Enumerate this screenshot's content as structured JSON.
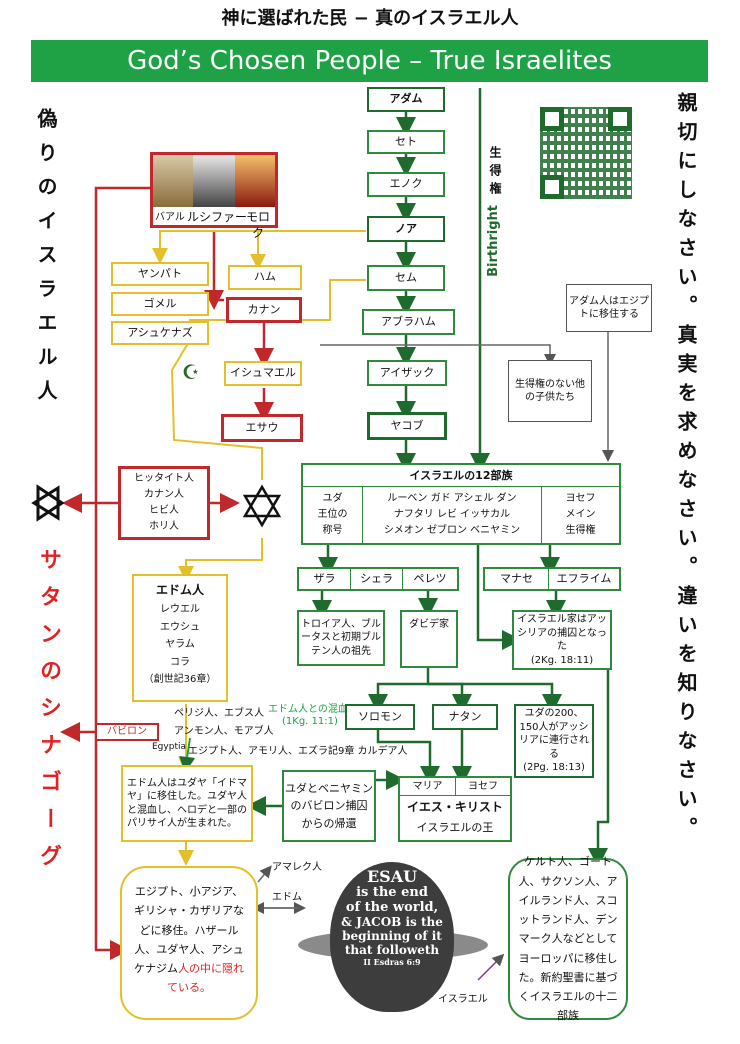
{
  "title_jp": "神に選ばれた民 − 真のイスラエル人",
  "banner": "God’s Chosen People – True Israelites",
  "left_vertical_top": "偽りのイスラエル人",
  "left_vertical_bottom": "サタンのシナゴーグ",
  "right_vertical": "親切にしなさい。真実を求めなさい。違いを知りなさい。",
  "birthright_jp": "生得権",
  "birthright_en": "Birthright",
  "idols": {
    "baal": "バアル",
    "lucifer": "ルシファー",
    "moloch": "モロク"
  },
  "lineage": [
    "アダム",
    "セト",
    "エノク",
    "ノア",
    "セム",
    "アブラハム",
    "アイザック",
    "ヤコブ"
  ],
  "japheth_line": [
    "ヤンパト",
    "ゴメル",
    "アシュケナズ"
  ],
  "ham": "ハム",
  "canaan": "カナン",
  "ishmael": "イシュマエル",
  "esau": "エサウ",
  "adam_egypt_note": "アダム人はエジプトに移住する",
  "no_birthright_note": "生得権のない他の子供たち",
  "hittites": [
    "ヒッタイト人",
    "カナン人",
    "ヒビ人",
    "ホリ人"
  ],
  "tribes": {
    "header": "イスラエルの12部族",
    "judah": [
      "ユダ",
      "王位の",
      "称号"
    ],
    "others": [
      "ルーベン ガド アシェル ダン",
      "ナフタリ レビ イッサカル",
      "シメオン ゼブロン ベニヤミン"
    ],
    "joseph": [
      "ヨセフ",
      "メイン",
      "生得権"
    ]
  },
  "judah_sons": [
    "ザラ",
    "シェラ",
    "ペレツ"
  ],
  "joseph_sons": [
    "マナセ",
    "エフライム"
  ],
  "trojans": "トロイア人、ブルータスと初期ブルテン人の祖先",
  "david": "ダビデ家",
  "assyria_exile": "イスラエル家はアッシリアの捕囚となった",
  "assyria_ref": "(2Kg. 18:11)",
  "edomites": {
    "title": "エドム人",
    "names": [
      "レウエル",
      "エウシュ",
      "ヤラム",
      "コラ"
    ],
    "ref": "（創世記36章）"
  },
  "edom_mix": "エドム人との混血",
  "edom_mix_ref": "(1Kg. 11:1)",
  "peoples": [
    "ペリジ人、エブス人",
    "アンモン人、モアブ人",
    "エジプト人、アモリ人、エズラ記9章 カルデア人"
  ],
  "babylon": "バビロン",
  "egyptia": "Egyptia",
  "solomon": "ソロモン",
  "nathan": "ナタン",
  "judah_200": "ユダの200、150人がアッシリアに連行される",
  "judah_200_ref": "(2Pg. 18:13)",
  "idumea": "エドム人はユダヤ「イドマヤ」に移住した。ユダヤ人と混血し、ヘロデと一部のパリサイ人が生まれた。",
  "return": [
    "ユダとベニヤミン",
    "のバビロン捕囚",
    "からの帰還"
  ],
  "mary": "マリア",
  "joseph": "ヨセフ",
  "jesus": "イエス・キリスト",
  "king": "イスラエルの王",
  "amalek": "アマレク人",
  "edom_short": "エドム",
  "israel_short": "イスラエル",
  "hidden_a": "エジプト、小アジア、ギリシャ・カザリアなどに移住。ハザール人、ユダヤ人、アシュケナジム",
  "hidden_b": "人の中に隠れている。",
  "celts": "ケルト人、ゴート人、サクソン人、アイルランド人、スコットランド人、デンマーク人などとしてヨーロッパに移住した。新約聖書に基づくイスラエルの十二部族",
  "emblem": [
    "ESAU",
    "is the end",
    "of the world,",
    "& JACOB is the",
    "beginning of it",
    "that followeth",
    "II Esdras 6:9"
  ],
  "colors": {
    "green": "#1fa146",
    "red": "#c0282c",
    "yellow": "#e3c02a",
    "dark_green": "#1f6b2d"
  }
}
